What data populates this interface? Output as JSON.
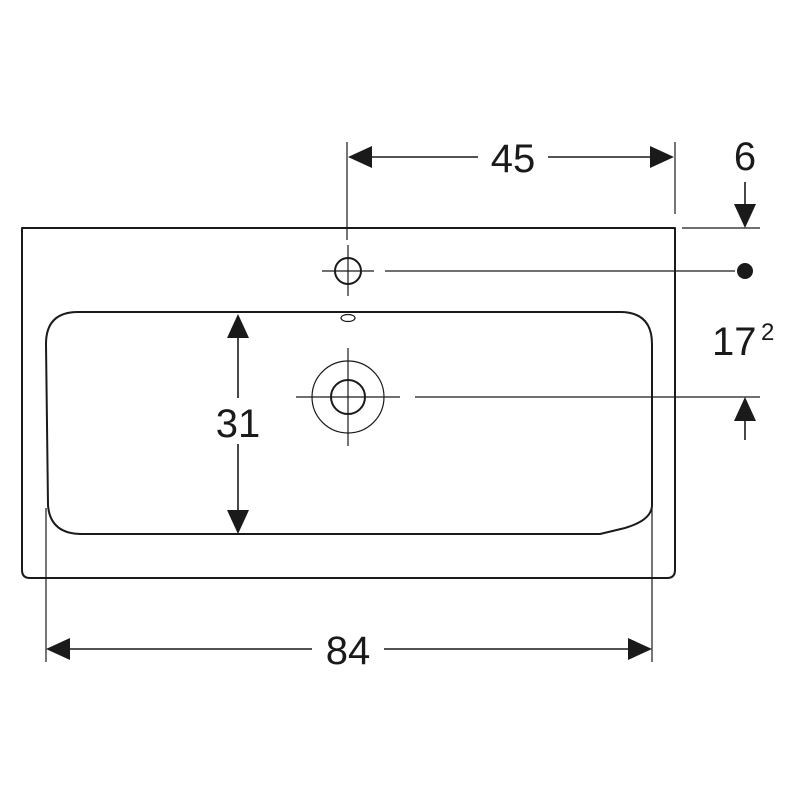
{
  "dimensions": {
    "overall_width": "84",
    "basin_depth": "31",
    "tap_hole_offset": "45",
    "top_offset": "6",
    "drain_offset_main": "17",
    "drain_offset_sup": "2"
  },
  "colors": {
    "line": "#1a1a1a",
    "background": "#ffffff"
  }
}
